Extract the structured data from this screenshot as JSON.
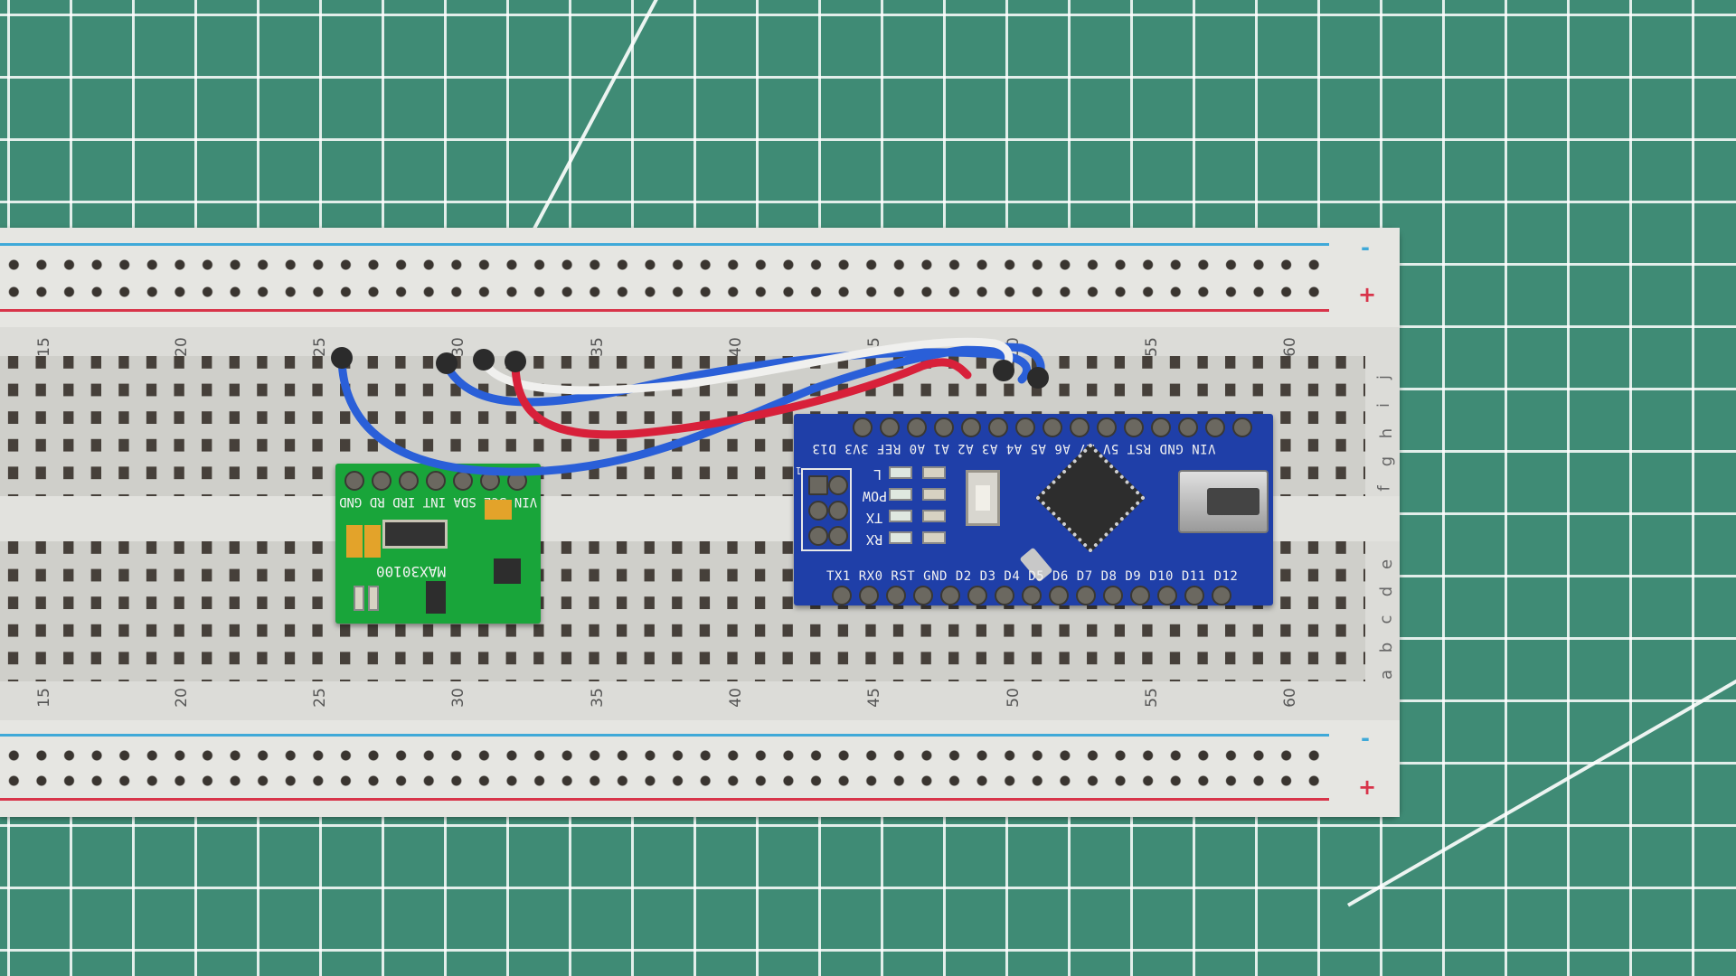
{
  "scene": {
    "description": "Breadboard on green cutting mat with MAX30100 pulse oximeter module and Arduino Nano connected by jumper wires",
    "background": {
      "type": "cutting-mat",
      "color": "#3f8b75",
      "grid_color": "#ffffff"
    }
  },
  "breadboard": {
    "column_numbers_top": [
      "15",
      "20",
      "25",
      "30",
      "35",
      "40",
      "45",
      "50",
      "55",
      "60"
    ],
    "column_numbers_bottom": [
      "15",
      "20",
      "25",
      "30",
      "35",
      "40",
      "45",
      "50",
      "55",
      "60"
    ],
    "row_labels_top": [
      "j",
      "i",
      "h",
      "g",
      "f"
    ],
    "row_labels_bottom": [
      "e",
      "d",
      "c",
      "b",
      "a"
    ],
    "rail_top": {
      "minus": "-",
      "plus": "+"
    },
    "rail_bottom": {
      "minus": "-",
      "plus": "+"
    },
    "rail_colors": {
      "negative": "#3fa9d8",
      "positive": "#d8344a"
    }
  },
  "sensor_module": {
    "name": "MAX30100",
    "pins_label": "VIN SCL SDA INT IRD RD GND",
    "pins": [
      "VIN",
      "SCL",
      "SDA",
      "INT",
      "IRD",
      "RD",
      "GND"
    ],
    "color": "#19a53a"
  },
  "arduino_nano": {
    "color": "#1f3fa8",
    "top_pins": [
      "D13",
      "3V3",
      "REF",
      "A0",
      "A1",
      "A2",
      "A3",
      "A4",
      "A5",
      "A6",
      "A7",
      "5V",
      "RST",
      "GND",
      "VIN"
    ],
    "top_label": "VIN GND RST 5V A7 A6 A5 A4 A3 A2 A1 A0 REF 3V3 D13",
    "bottom_pins": [
      "TX1",
      "RX0",
      "RST",
      "GND",
      "D2",
      "D3",
      "D4",
      "D5",
      "D6",
      "D7",
      "D8",
      "D9",
      "D10",
      "D11",
      "D12"
    ],
    "bottom_label": "TX1 RX0 RST GND D2 D3 D4 D5 D6 D7 D8 D9 D10 D11 D12",
    "led_labels": [
      "L",
      "POW",
      "TX",
      "RX"
    ],
    "icsp_label": "1"
  },
  "wires": [
    {
      "color": "#2a5fd8",
      "from": "col 25 row j",
      "to": "Nano"
    },
    {
      "color": "#2a5fd8",
      "from": "col 30 row j",
      "to": "Nano"
    },
    {
      "color": "#f0f0f0",
      "from": "col 31 row j",
      "to": "Nano"
    },
    {
      "color": "#d8203a",
      "from": "col 32 row j",
      "to": "Nano"
    }
  ]
}
